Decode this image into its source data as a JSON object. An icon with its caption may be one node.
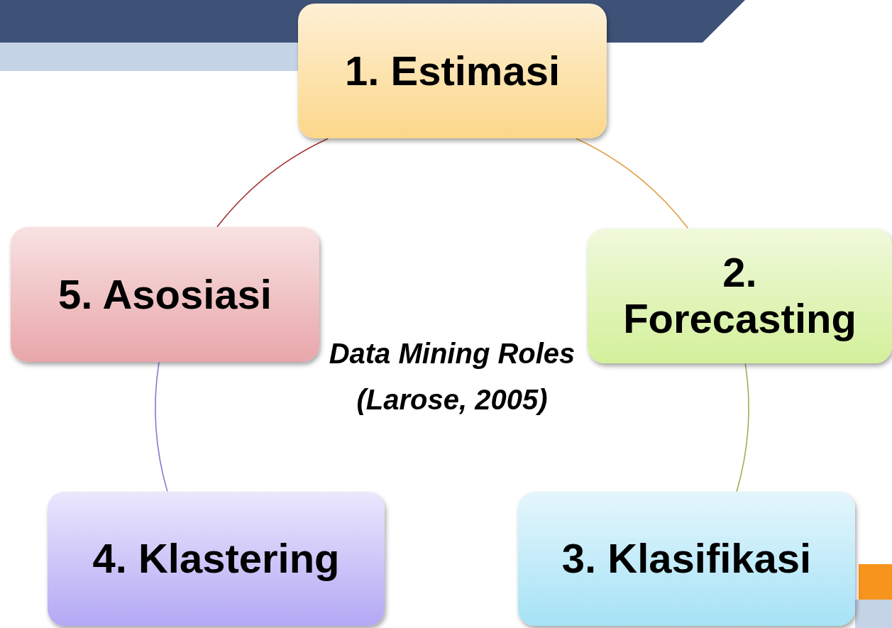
{
  "diagram": {
    "nodes": [
      {
        "text": [
          "1. Estimasi"
        ]
      },
      {
        "text": [
          "2. Forecasting"
        ]
      },
      {
        "text": [
          "3. Klasifikasi"
        ]
      },
      {
        "text": [
          "4. Klastering"
        ]
      },
      {
        "text": [
          "5. Asosiasi"
        ]
      }
    ],
    "edges": [
      {
        "from": 0,
        "to": 1,
        "arrow": "none",
        "color": "#e0a048"
      },
      {
        "from": 1,
        "to": 2,
        "arrow": "none",
        "color": "#98b450"
      },
      {
        "from": 3,
        "to": 4,
        "arrow": "none",
        "color": "#8878d0"
      },
      {
        "from": 4,
        "to": 0,
        "arrow": "none",
        "color": "#a83838"
      }
    ],
    "labels": [
      "Data Mining Roles",
      "(Larose, 2005)"
    ]
  }
}
